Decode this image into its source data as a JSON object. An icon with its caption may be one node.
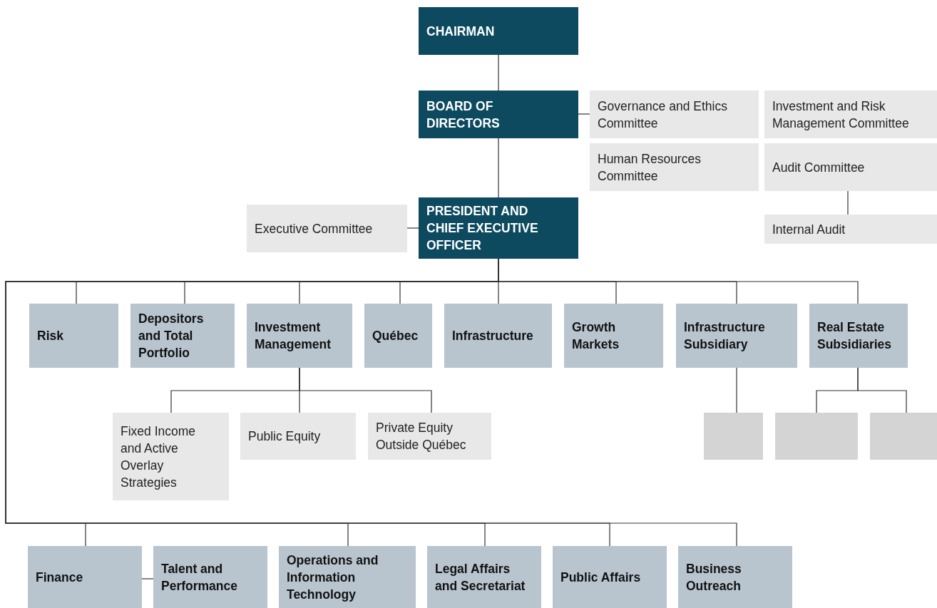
{
  "diagram": {
    "nodes": [
      {
        "text": [
          "CHAIRMAN"
        ]
      },
      {
        "text": [
          "BOARD OF DIRECTORS"
        ]
      },
      {
        "text": [
          "Governance and Ethics Committee"
        ]
      },
      {
        "text": [
          "Investment and Risk Management Committee"
        ]
      },
      {
        "text": [
          "Human Resources Committee"
        ]
      },
      {
        "text": [
          "Audit Committee"
        ]
      },
      {
        "text": [
          "Internal Audit"
        ]
      },
      {
        "text": [
          "Executive Committee"
        ]
      },
      {
        "text": [
          "PRESIDENT AND CHIEF EXECUTIVE OFFICER"
        ]
      },
      {
        "text": [
          "Risk"
        ]
      },
      {
        "text": [
          "Depositors and Total Portfolio"
        ]
      },
      {
        "text": [
          "Investment Management"
        ]
      },
      {
        "text": [
          "Québec"
        ]
      },
      {
        "text": [
          "Infrastructure"
        ]
      },
      {
        "text": [
          "Growth Markets"
        ]
      },
      {
        "text": [
          "Infrastructure Subsidiary"
        ]
      },
      {
        "text": [
          "Real Estate Subsidiaries"
        ]
      },
      {
        "text": [
          "Fixed Income and Active Overlay Strategies"
        ]
      },
      {
        "text": [
          "Public Equity"
        ]
      },
      {
        "text": [
          "Private Equity Outside Québec"
        ]
      },
      {
        "text": [],
        "shape": "box"
      },
      {
        "text": [],
        "shape": "box"
      },
      {
        "text": [],
        "shape": "box"
      },
      {
        "text": [
          "Finance"
        ]
      },
      {
        "text": [
          "Talent and Performance"
        ]
      },
      {
        "text": [
          "Operations and Information Technology"
        ]
      },
      {
        "text": [
          "Legal Affairs and Secretariat"
        ]
      },
      {
        "text": [
          "Public Affairs"
        ]
      },
      {
        "text": [
          "Business Outreach"
        ]
      }
    ],
    "edges": [
      {
        "from": 0,
        "to": 1,
        "arrow": "none"
      },
      {
        "from": 1,
        "to": 2,
        "arrow": "none"
      },
      {
        "from": 1,
        "to": 8,
        "arrow": "none"
      },
      {
        "from": 8,
        "to": 7,
        "arrow": "none"
      },
      {
        "from": 5,
        "to": 6,
        "arrow": "none"
      },
      {
        "from": 8,
        "to": 9,
        "arrow": "none"
      },
      {
        "from": 8,
        "to": 10,
        "arrow": "none"
      },
      {
        "from": 8,
        "to": 11,
        "arrow": "none"
      },
      {
        "from": 8,
        "to": 12,
        "arrow": "none"
      },
      {
        "from": 8,
        "to": 13,
        "arrow": "none"
      },
      {
        "from": 8,
        "to": 14,
        "arrow": "none"
      },
      {
        "from": 8,
        "to": 15,
        "arrow": "none"
      },
      {
        "from": 8,
        "to": 16,
        "arrow": "none"
      },
      {
        "from": 11,
        "to": 17,
        "arrow": "none"
      },
      {
        "from": 11,
        "to": 18,
        "arrow": "none"
      },
      {
        "from": 11,
        "to": 19,
        "arrow": "none"
      },
      {
        "from": 15,
        "to": 20,
        "arrow": "none"
      },
      {
        "from": 16,
        "to": 21,
        "arrow": "none"
      },
      {
        "from": 16,
        "to": 22,
        "arrow": "none"
      },
      {
        "from": 8,
        "to": 23,
        "arrow": "none"
      },
      {
        "from": 8,
        "to": 25,
        "arrow": "none"
      },
      {
        "from": 8,
        "to": 26,
        "arrow": "none"
      },
      {
        "from": 8,
        "to": 27,
        "arrow": "none"
      },
      {
        "from": 8,
        "to": 28,
        "arrow": "none"
      },
      {
        "from": 23,
        "to": 24,
        "arrow": "none"
      }
    ]
  }
}
